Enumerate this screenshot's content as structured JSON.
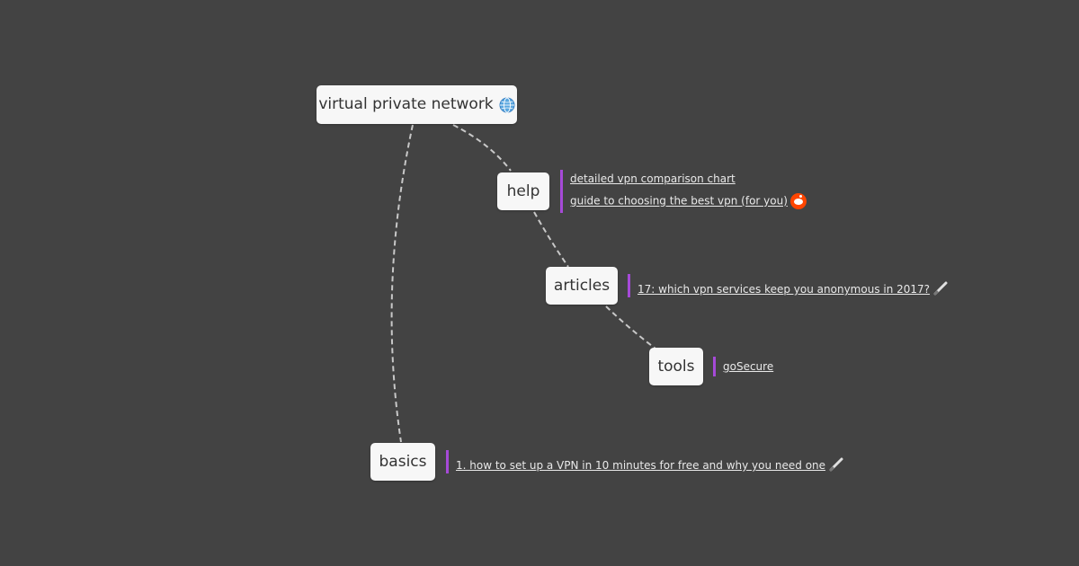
{
  "colors": {
    "background": "#434343",
    "node_fill": "#f7f7f7",
    "node_text": "#333333",
    "edge": "#c8c8c8",
    "link_bar": "#a64ad8",
    "link_text": "#e9e9e9"
  },
  "nodes": {
    "root": {
      "label": "virtual private network",
      "icon": "globe-icon"
    },
    "help": {
      "label": "help",
      "links": [
        {
          "text": "detailed vpn comparison chart"
        },
        {
          "text": "guide to choosing the best vpn (for you)",
          "icon": "reddit-icon"
        }
      ]
    },
    "articles": {
      "label": "articles",
      "links": [
        {
          "text": "17: which vpn services keep you anonymous in 2017?",
          "icon": "pencil-icon"
        }
      ]
    },
    "tools": {
      "label": "tools",
      "links": [
        {
          "text": "goSecure"
        }
      ]
    },
    "basics": {
      "label": "basics",
      "links": [
        {
          "text": "1. how to set up a VPN in 10 minutes for free and why you need one",
          "icon": "pencil-icon"
        }
      ]
    }
  },
  "edges": [
    {
      "from": "root",
      "to": "help"
    },
    {
      "from": "help",
      "to": "articles"
    },
    {
      "from": "articles",
      "to": "tools"
    },
    {
      "from": "root",
      "to": "basics"
    }
  ]
}
